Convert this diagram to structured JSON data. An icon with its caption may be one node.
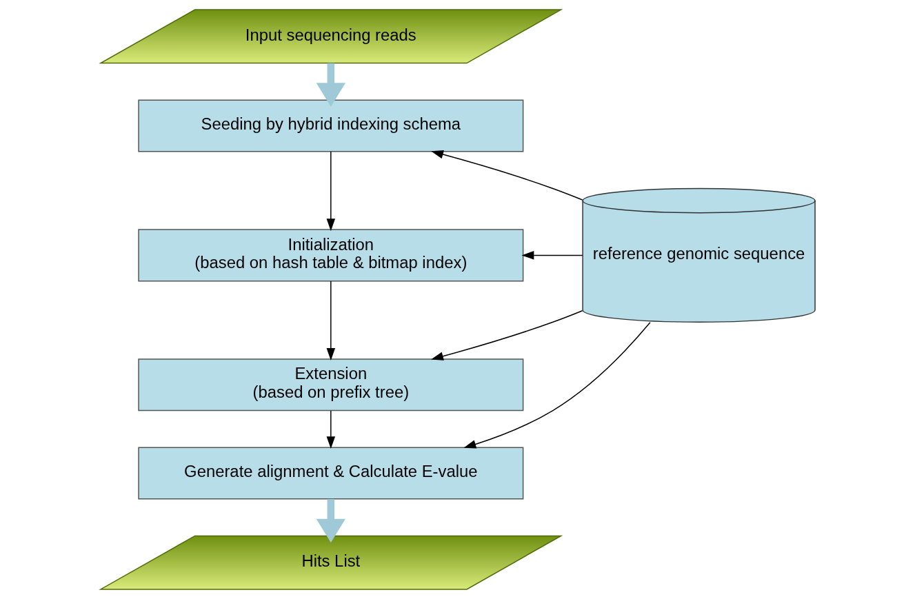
{
  "diagram": {
    "nodes": [
      {
        "text": [
          "Input sequencing reads"
        ]
      },
      {
        "text": [
          "Seeding by hybrid indexing schema"
        ]
      },
      {
        "text": [
          "Initialization",
          "(based on hash table & bitmap index)"
        ]
      },
      {
        "text": [
          "Extension",
          "(based on prefix tree)"
        ]
      },
      {
        "text": [
          "Generate alignment & Calculate E-value"
        ]
      },
      {
        "text": [
          "Hits List"
        ]
      },
      {
        "text": [
          "reference genomic sequence"
        ]
      }
    ],
    "edges": [
      {
        "from": 0,
        "to": 1,
        "arrow": "to",
        "style": "thick",
        "color": "#9fc9d6"
      },
      {
        "from": 1,
        "to": 2,
        "arrow": "to"
      },
      {
        "from": 2,
        "to": 3,
        "arrow": "to"
      },
      {
        "from": 3,
        "to": 4,
        "arrow": "to"
      },
      {
        "from": 4,
        "to": 5,
        "arrow": "to",
        "style": "thick",
        "color": "#9fc9d6"
      },
      {
        "from": 6,
        "to": 1,
        "arrow": "to"
      },
      {
        "from": 6,
        "to": 2,
        "arrow": "to"
      },
      {
        "from": 6,
        "to": 3,
        "arrow": "to"
      },
      {
        "from": 6,
        "to": 4,
        "arrow": "to"
      }
    ]
  }
}
